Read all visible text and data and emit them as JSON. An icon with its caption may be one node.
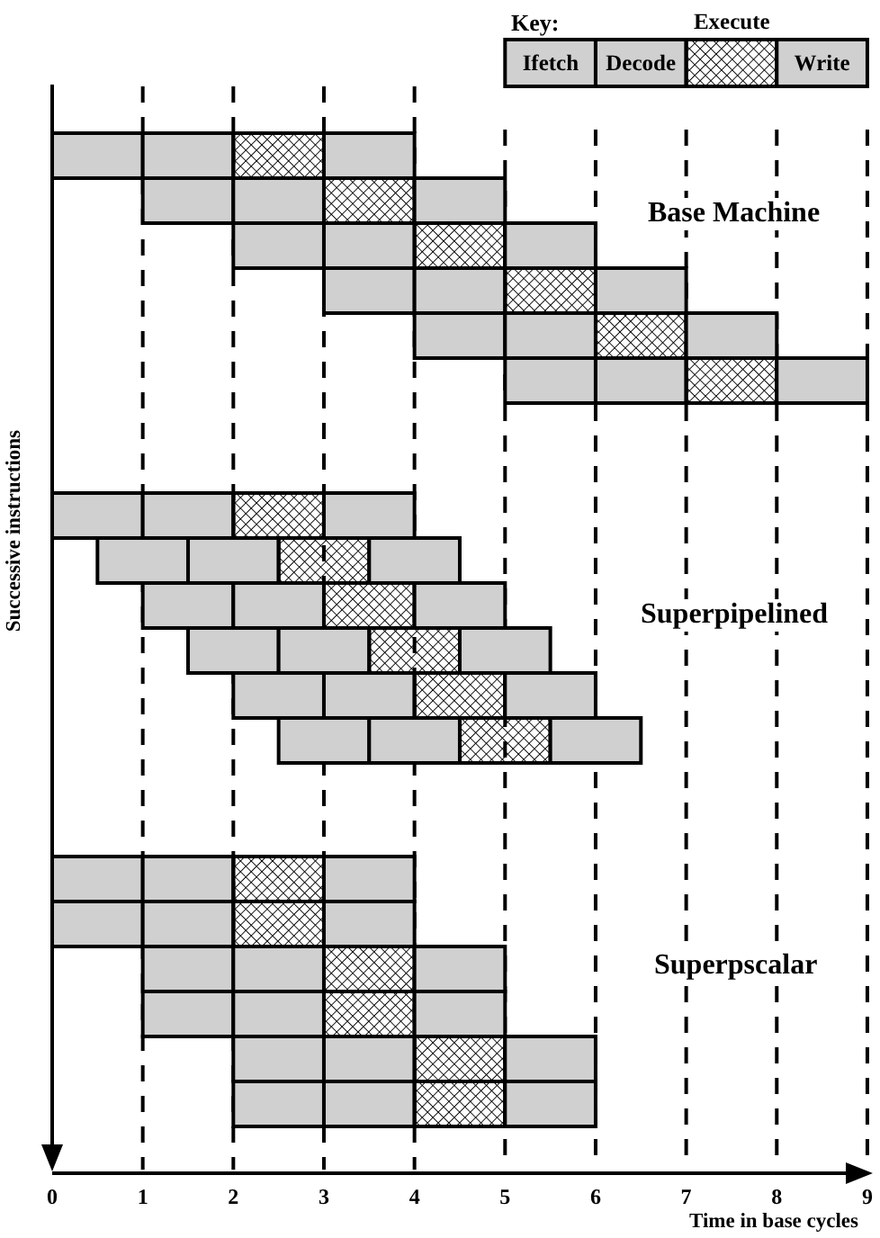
{
  "diagram": {
    "labels": [
      "Key:",
      "Base Machine",
      "Successive instructions",
      "Superpipelined",
      "Superpscalar",
      "0",
      "1",
      "2",
      "3",
      "4",
      "5",
      "6",
      "7",
      "8",
      "9",
      "Time in base cycles"
    ],
    "legend": [
      {
        "text": "Ifetch",
        "color": "#d0d0d0"
      },
      {
        "text": "Decode",
        "color": "#d0d0d0"
      },
      {
        "text": "Execute"
      },
      {
        "text": "Write",
        "color": "#d0d0d0"
      }
    ]
  }
}
